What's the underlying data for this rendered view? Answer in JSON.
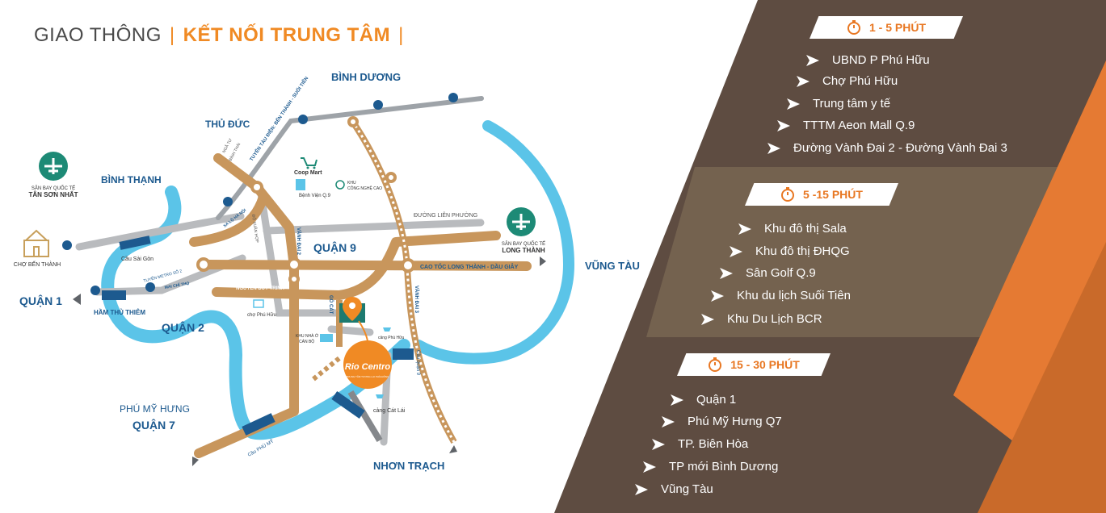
{
  "header": {
    "title_left": "GIAO THÔNG",
    "separator": "|",
    "title_right": "KẾT NỐI TRUNG TÂM"
  },
  "map": {
    "regions": {
      "binh_duong": "BÌNH DƯƠNG",
      "thu_duc": "THỦ ĐỨC",
      "binh_thanh": "BÌNH THẠNH",
      "quan9": "QUẬN 9",
      "quan1": "QUẬN 1",
      "quan2": "QUẬN 2",
      "phu_my_hung": "PHÚ MỸ HƯNG",
      "quan7": "QUẬN 7",
      "nhon_trach": "NHƠN TRẠCH",
      "vung_tau": "VŨNG TÀU"
    },
    "places": {
      "tan_son_nhat_top": "SÂN BAY QUỐC TẾ",
      "tan_son_nhat_name": "TÂN SƠN NHẤT",
      "long_thanh_top": "SÂN BAY QUỐC TẾ",
      "long_thanh_name": "LONG THÀNH",
      "cho_ben_thanh": "CHỢ BẾN THÀNH",
      "coop_mart": "Coop Mart",
      "benh_vien": "Bệnh Viện Q.9",
      "khu_cnc_1": "KHU",
      "khu_cnc_2": "CÔNG NGHỆ CAO",
      "cho_phu_huu": "chợ Phú Hữu",
      "khu_nha_o_1": "KHU NHÀ Ở",
      "khu_nha_o_2": "CÁN BỘ",
      "cang_phu_huu": "cảng Phú Hữu",
      "cang_cat_lai": "cảng Cát Lái",
      "brand": "Rio Centro",
      "brand_sub": "TRUNG TÂM TƯƠNG LAI PHÍA ĐÔNG"
    },
    "roads": {
      "metro": "TUYẾN TÀU ĐIỆN: BẾN THÀNH - SUỐI TIÊN",
      "nga_tu_binh_thai_1": "NGÃ TƯ",
      "nga_tu_binh_thai_2": "BÌNH THÁI",
      "xa_lo_ha_noi": "XA LỘ HÀ NỘI",
      "do_xuan_hop": "ĐỖ XUÂN HỢP",
      "duong_lien_phuong": "ĐƯỜNG LIÊN PHƯỜNG",
      "vanh_dai_2": "VÀNH ĐAI 2",
      "cao_toc": "CAO TỐC LONG THÀNH - DẦU GIÂY",
      "nguyen_duy_trinh": "NGUYỄN DUY TRINH",
      "tuyen_metro_2": "TUYẾN METRO SỐ 2",
      "mai_chi_tho": "MAI CHÍ THỌ",
      "go_cat": "GÒ CÁT",
      "vanh_dai_3": "VÀNH ĐAI 3",
      "cau_quan_9": "Cầu quận 9",
      "cau_sai_gon": "Cầu Sài Gòn",
      "ham_thu_thiem": "HẦM THỦ THIÊM",
      "cau_phu_my": "Cầu PHÚ MỸ"
    }
  },
  "sections": [
    {
      "badge": "1 - 5 PHÚT",
      "items": [
        "UBND P Phú Hữu",
        "Chợ Phú Hữu",
        "Trung tâm y tế",
        "TTTM Aeon Mall Q.9",
        "Đường Vành Đai 2  - Đường Vành Đai 3"
      ]
    },
    {
      "badge": "5 -15 PHÚT",
      "items": [
        "Khu đô thị Sala",
        "Khu đô thị ĐHQG",
        "Sân Golf Q.9",
        "Khu du lịch Suối Tiên",
        "Khu Du Lịch BCR"
      ]
    },
    {
      "badge": "15 - 30 PHÚT",
      "items": [
        "Quận 1",
        "Phú Mỹ Hưng Q7",
        "TP. Biên Hòa",
        "TP mới Bình Dương",
        "Vũng Tàu"
      ]
    }
  ],
  "colors": {
    "river": "#5bc4e8",
    "road": "#c8965c",
    "minor_road": "#b9bbbe",
    "accent": "#f08a24",
    "label_blue": "#1d5a8f",
    "panel_dark": "#5e4c41",
    "panel_mid": "#74624f",
    "panel_band": "#7f6d5c",
    "orange": "#e57a33"
  },
  "icons": {
    "airport": "airplane-icon",
    "stopwatch": "stopwatch-icon",
    "list_marker": "arrow-right-icon",
    "metro_stop": "bus-icon",
    "cart": "shopping-cart-icon",
    "hospital": "hospital-icon",
    "location": "location-pin-icon"
  }
}
